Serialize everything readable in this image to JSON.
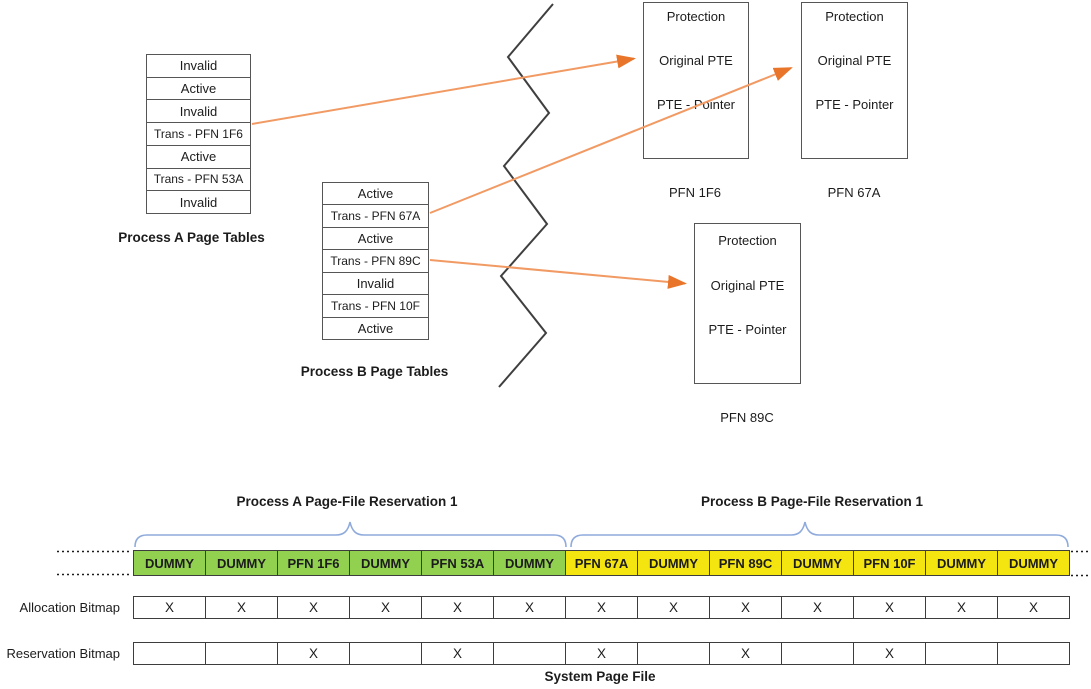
{
  "top": {
    "process_a": {
      "label": "Process A Page Tables",
      "rows": [
        "Invalid",
        "Active",
        "Invalid",
        "Trans - PFN 1F6",
        "Active",
        "Trans - PFN 53A",
        "Invalid"
      ]
    },
    "process_b": {
      "label": "Process B Page Tables",
      "rows": [
        "Active",
        "Trans - PFN 67A",
        "Active",
        "Trans - PFN 89C",
        "Invalid",
        "Trans - PFN 10F",
        "Active"
      ]
    },
    "pfn_boxes": [
      {
        "caption": "PFN 1F6",
        "lines": [
          "Protection",
          "Original PTE",
          "PTE - Pointer"
        ]
      },
      {
        "caption": "PFN 67A",
        "lines": [
          "Protection",
          "Original PTE",
          "PTE - Pointer"
        ]
      },
      {
        "caption": "PFN 89C",
        "lines": [
          "Protection",
          "Original PTE",
          "PTE - Pointer"
        ]
      }
    ]
  },
  "bottom": {
    "brace_a_label": "Process A Page-File Reservation 1",
    "brace_b_label": "Process B Page-File Reservation 1",
    "pagefile_cells": [
      "DUMMY",
      "DUMMY",
      "PFN 1F6",
      "DUMMY",
      "PFN 53A",
      "DUMMY",
      "PFN 67A",
      "DUMMY",
      "PFN 89C",
      "DUMMY",
      "PFN 10F",
      "DUMMY",
      "DUMMY"
    ],
    "allocation": {
      "label": "Allocation Bitmap",
      "marks": [
        "X",
        "X",
        "X",
        "X",
        "X",
        "X",
        "X",
        "X",
        "X",
        "X",
        "X",
        "X",
        "X"
      ]
    },
    "reservation": {
      "label": "Reservation Bitmap",
      "marks": [
        "",
        "",
        "X",
        "",
        "X",
        "",
        "X",
        "",
        "X",
        "",
        "X",
        "",
        ""
      ]
    },
    "footer": "System Page File"
  },
  "colors": {
    "process_a_fill": "#92D050",
    "process_b_fill": "#F4E511",
    "arrow_line": "#F19A63",
    "arrow_head": "#E8752A",
    "brace": "#8FAADC",
    "zigzag": "#3f3f3f"
  }
}
